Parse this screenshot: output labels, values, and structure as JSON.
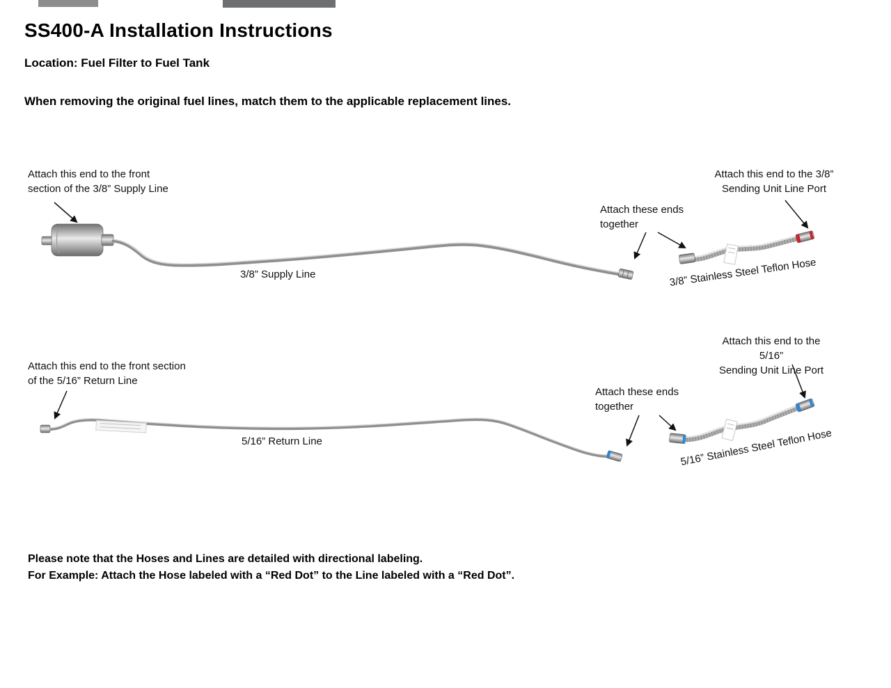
{
  "page": {
    "title": "SS400-A Installation Instructions",
    "location": "Location: Fuel Filter to Fuel Tank",
    "intro": "When removing the original fuel lines, match them to the applicable replacement lines.",
    "footer_line1": "Please note that the Hoses and Lines are detailed with directional labeling.",
    "footer_line2": "For Example: Attach the Hose labeled with a “Red Dot” to the Line labeled with a “Red Dot”."
  },
  "supply_diagram": {
    "callout_filter_end": "Attach this end to the front\nsection of the 3/8” Supply Line",
    "callout_port_end": "Attach this end to the 3/8”\nSending Unit Line Port",
    "callout_join": "Attach these ends\ntogether",
    "line_label": "3/8” Supply Line",
    "hose_label": "3/8” Stainless Steel Teflon Hose"
  },
  "return_diagram": {
    "callout_front_end": "Attach this end to the front section\nof the 5/16” Return Line",
    "callout_port_end": "Attach this end to the 5/16”\nSending Unit Line Port",
    "callout_join": "Attach these ends\ntogether",
    "line_label": "5/16” Return Line",
    "hose_label": "5/16” Stainless Steel Teflon Hose"
  },
  "colors": {
    "red_dot": "#c8242b",
    "blue_dot": "#2f86d2",
    "metal_dark": "#6f6f6f",
    "metal_light": "#e9e9e9"
  }
}
